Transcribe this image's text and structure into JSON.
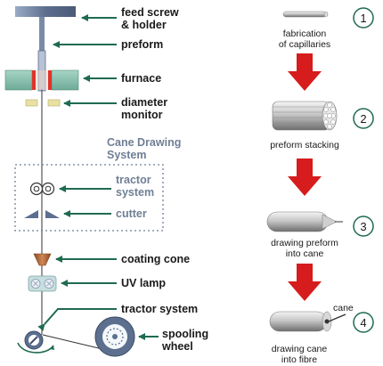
{
  "left_labels": {
    "feed_screw_line1": "feed screw",
    "feed_screw_line2": "& holder",
    "preform": "preform",
    "furnace": "furnace",
    "diameter_line1": "diameter",
    "diameter_line2": "monitor",
    "cane_system_line1": "Cane Drawing",
    "cane_system_line2": "System",
    "tractor_line1": "tractor",
    "tractor_line2": "system",
    "cutter": "cutter",
    "coating_cone": "coating cone",
    "uv_lamp": "UV lamp",
    "tractor_system": "tractor system",
    "spooling_line1": "spooling",
    "spooling_line2": "wheel"
  },
  "steps": [
    {
      "number": "1",
      "caption_line1": "fabrication",
      "caption_line2": "of capillaries"
    },
    {
      "number": "2",
      "caption_line1": "preform stacking",
      "caption_line2": ""
    },
    {
      "number": "3",
      "caption_line1": "drawing preform",
      "caption_line2": "into cane"
    },
    {
      "number": "4",
      "caption_line1": "drawing cane",
      "caption_line2": "into fibre"
    }
  ],
  "cane_label": "cane",
  "colors": {
    "arrow_green": "#1f6b4f",
    "flow_arrow_red": "#d61c1c",
    "furnace": "#8fc6b4",
    "furnace_heater": "#e0342a",
    "tower_steel": "#7a8ba8",
    "cane_system_text": "#6f7f95",
    "coating_cone": "#b86a38",
    "diameter_monitor": "#e8e1a2",
    "uv_lamp": "#c6dede",
    "step_circle": "#1f6b4f"
  }
}
